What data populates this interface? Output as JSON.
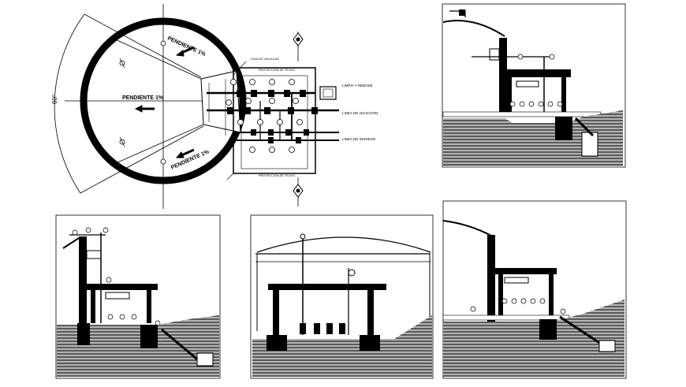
{
  "drawing": {
    "ink_color": "#000000",
    "background_color": "#ffffff",
    "hatch_color": "#000000"
  },
  "plan": {
    "angle_label": "60°",
    "slope_top": "PENDIENTE 1%",
    "slope_center": "PENDIENTE 1%",
    "slope_bottom": "PENDIENTE 1%",
    "line_labels": [
      "LIMPIA Y REBOSE",
      "LINEA DE ADUCCION",
      "LINEA DE INGRESO"
    ],
    "reading_labels": [
      "CAJA DE VALVULAS",
      "PROYECCION DE TECHO",
      "PROYECCION DE TECHO"
    ]
  },
  "icons": {
    "north_arrow_top": "north-arrow-icon",
    "north_arrow_bottom": "north-arrow-icon"
  }
}
